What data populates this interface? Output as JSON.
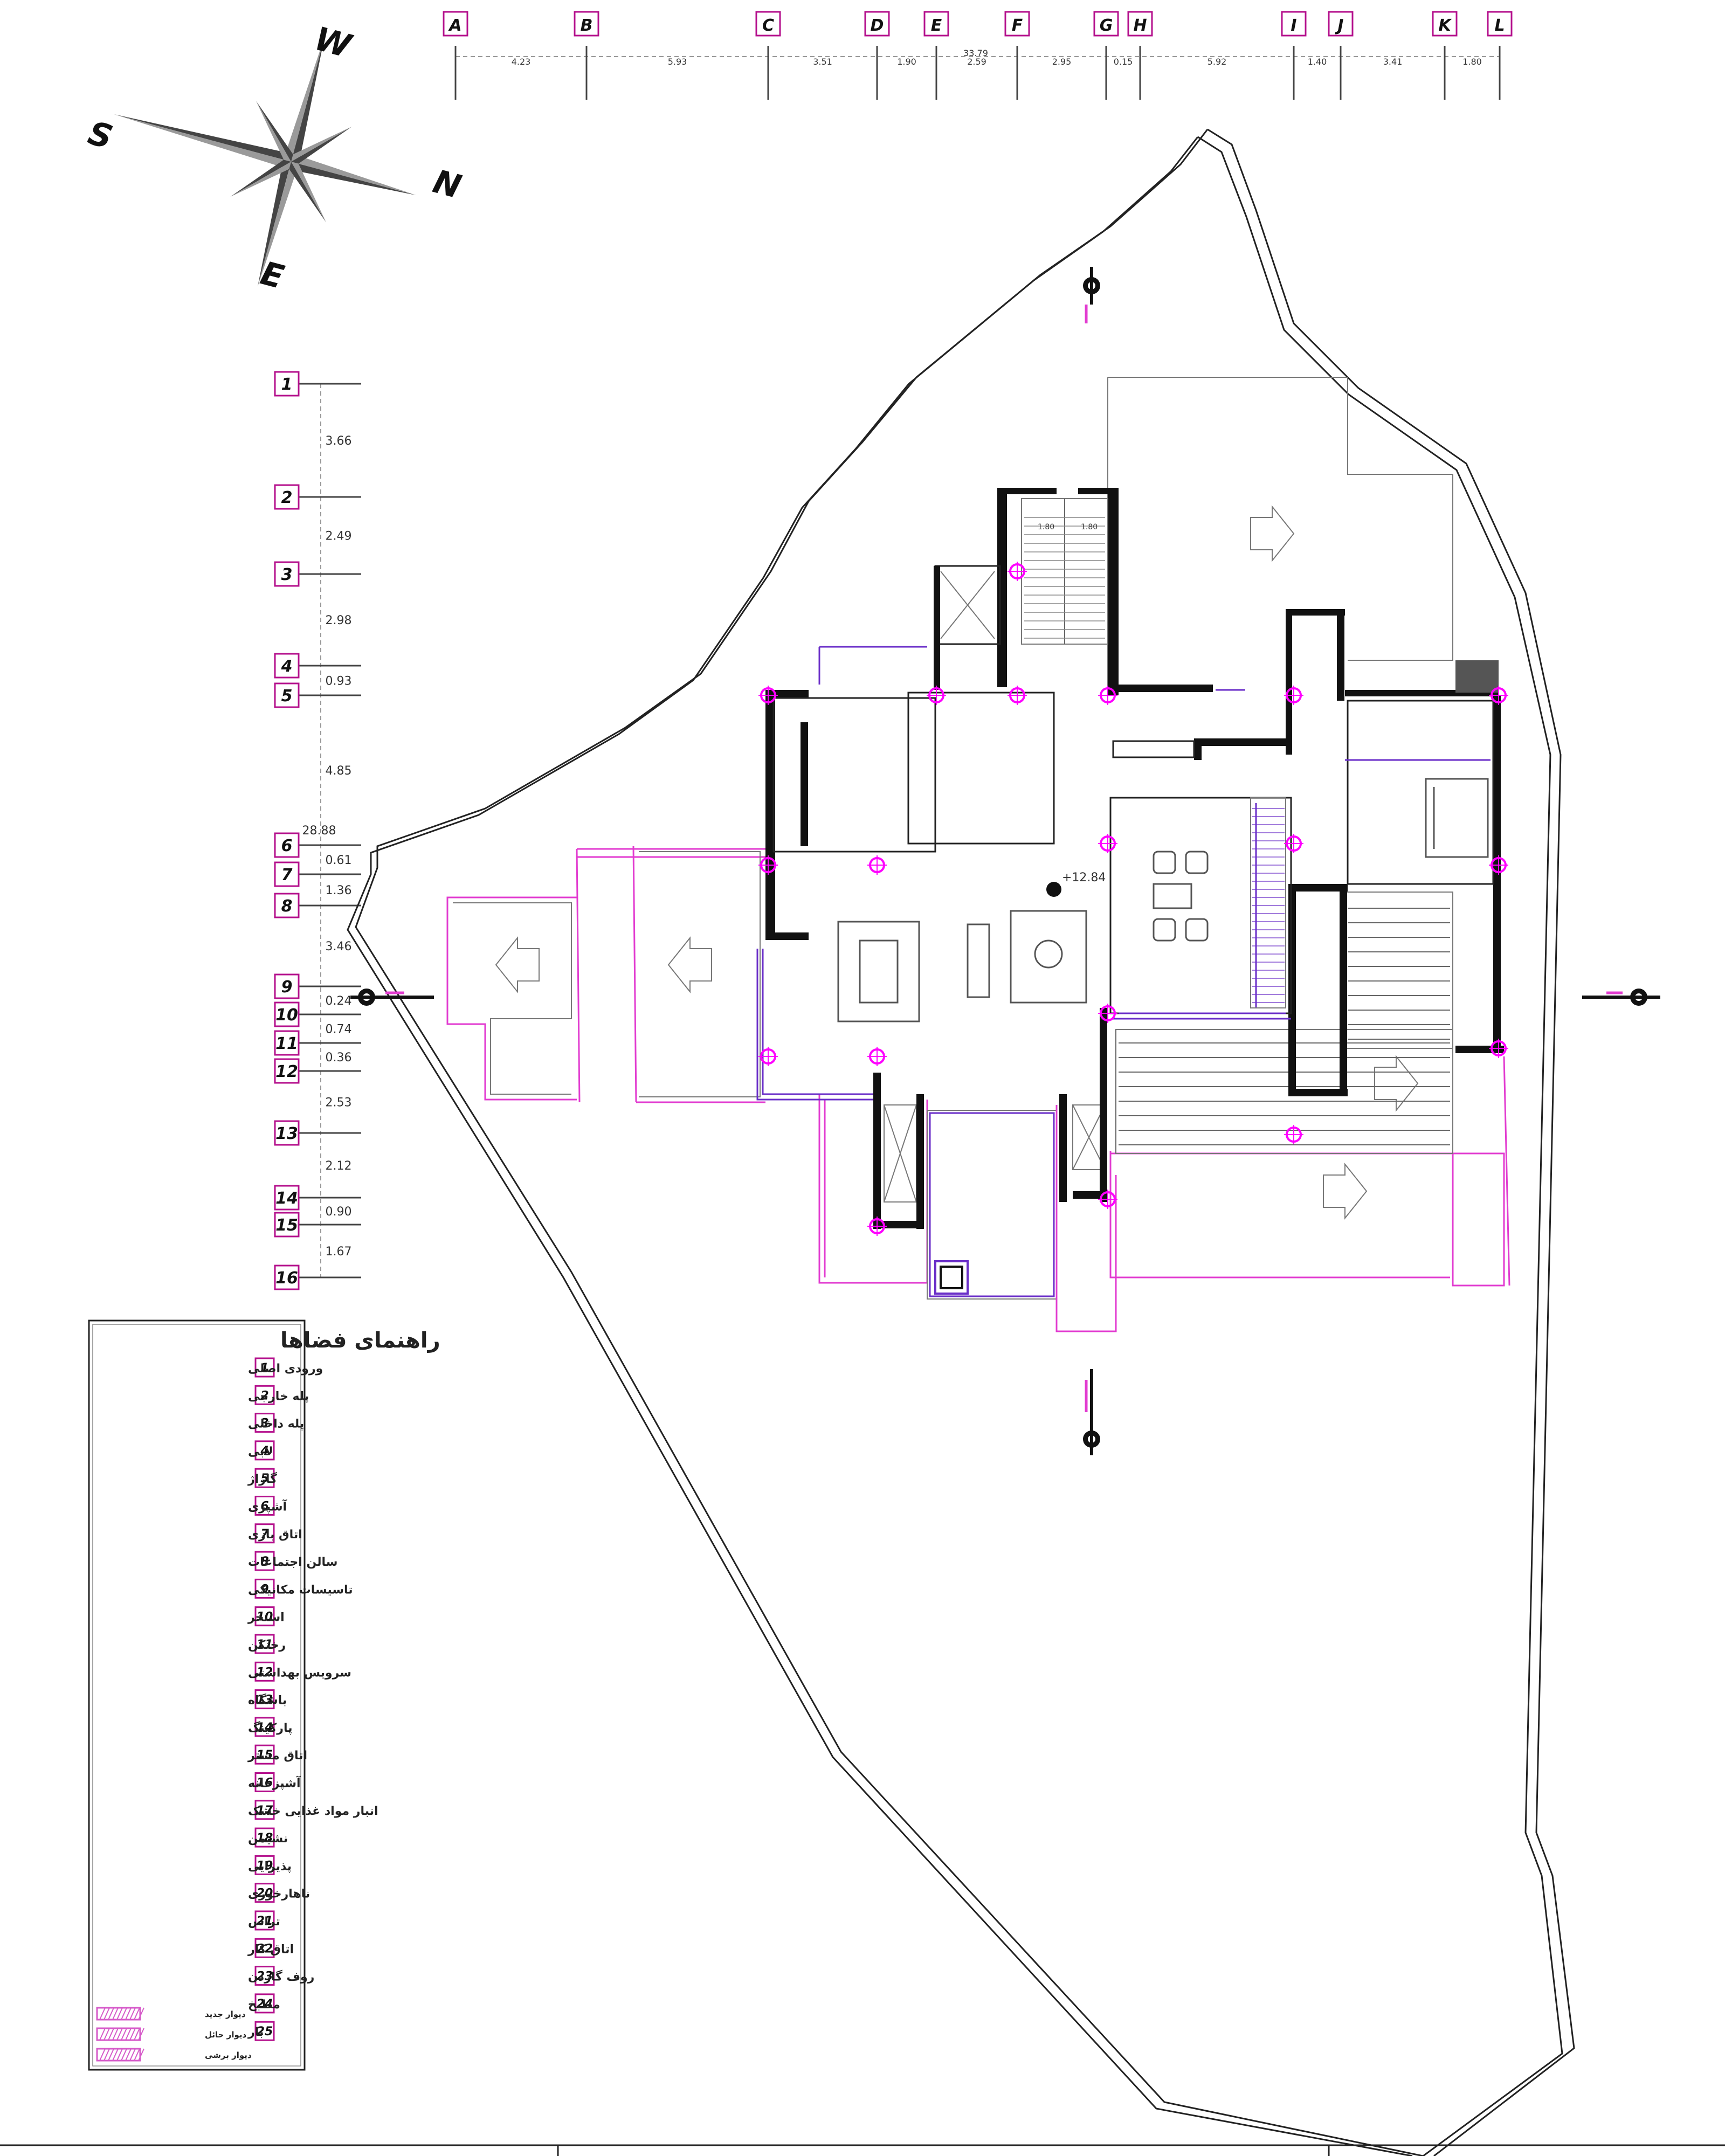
{
  "colors": {
    "marker_border": "#b4108c",
    "column_marker": "#ff00ff",
    "outline": "#111111",
    "glazing": "#6a2ec8",
    "pink_line": "#e23bd0",
    "legend_hatch": "#d65ac9"
  },
  "compass": {
    "north": "N",
    "south": "S",
    "east": "E",
    "west": "W"
  },
  "grid_axes_x": {
    "labels": [
      "A",
      "B",
      "C",
      "D",
      "E",
      "F",
      "G",
      "H",
      "I",
      "J",
      "K",
      "L"
    ],
    "spans": [
      "4.23",
      "5.93",
      "3.51",
      "1.90",
      "2.59",
      "2.95",
      "0.15",
      "5.92",
      "1.40",
      "3.41",
      "1.80"
    ],
    "total": "33.79"
  },
  "grid_axes_y": {
    "labels": [
      "1",
      "2",
      "3",
      "4",
      "5",
      "6",
      "7",
      "8",
      "9",
      "10",
      "11",
      "12",
      "13",
      "14",
      "15",
      "16"
    ],
    "spans": [
      "3.66",
      "2.49",
      "2.98",
      "0.93",
      "4.85",
      "0.61",
      "1.36",
      "3.46",
      "0.24",
      "0.74",
      "0.36",
      "2.53",
      "2.12",
      "0.90",
      "1.67"
    ],
    "total": "28.88"
  },
  "stair_widths": [
    "1.80",
    "1.80"
  ],
  "level_mark": "+12.84",
  "legend": {
    "title": "راهنمای فضاها",
    "items": [
      {
        "num": "1",
        "label": "ورودی اصلی"
      },
      {
        "num": "2",
        "label": "پله خارجی"
      },
      {
        "num": "3",
        "label": "پله داخلی"
      },
      {
        "num": "4",
        "label": "لابی"
      },
      {
        "num": "5",
        "label": "گاراژ"
      },
      {
        "num": "6",
        "label": "آشپزی"
      },
      {
        "num": "7",
        "label": "اتاق بازی"
      },
      {
        "num": "8",
        "label": "سالن اجتماعات"
      },
      {
        "num": "9",
        "label": "تاسیسات مکانیکی"
      },
      {
        "num": "10",
        "label": "استخر"
      },
      {
        "num": "11",
        "label": "رختکن"
      },
      {
        "num": "12",
        "label": "سرویس بهداشتی"
      },
      {
        "num": "13",
        "label": "باشگاه"
      },
      {
        "num": "14",
        "label": "پارکینگ"
      },
      {
        "num": "15",
        "label": "اتاق مستر"
      },
      {
        "num": "16",
        "label": "آشپزخانه"
      },
      {
        "num": "17",
        "label": "انبار مواد غذایی خشک"
      },
      {
        "num": "18",
        "label": "نشیمن"
      },
      {
        "num": "19",
        "label": "پذیرایی"
      },
      {
        "num": "20",
        "label": "ناهارخوری"
      },
      {
        "num": "21",
        "label": "تراس"
      },
      {
        "num": "22",
        "label": "اتاق کار"
      },
      {
        "num": "23",
        "label": "روف گاردن"
      },
      {
        "num": "24",
        "label": "مطبخ"
      },
      {
        "num": "25",
        "label": "بار"
      }
    ],
    "wall_types": [
      {
        "label": "دیوار جدید"
      },
      {
        "label": "دیوار حائل"
      },
      {
        "label": "دیوار برشی"
      }
    ]
  }
}
